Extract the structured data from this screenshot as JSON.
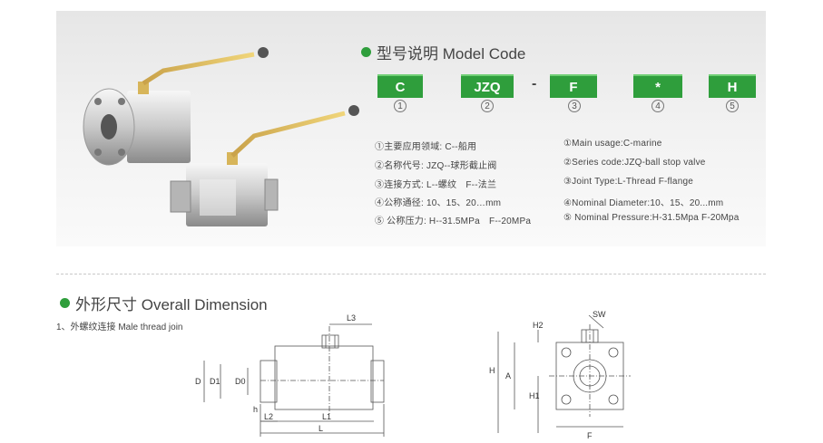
{
  "model": {
    "title": "型号说明 Model Code",
    "codes": [
      "C",
      "JZQ",
      "F",
      "*",
      "H"
    ],
    "dash": "-",
    "numbers": [
      "1",
      "2",
      "3",
      "4",
      "5"
    ],
    "desc_cn": [
      "①主要应用领域: C--船用",
      "②名称代号: JZQ--球形截止阀",
      "③连接方式: L--螺纹　F--法兰",
      "④公称通径: 10、15、20…mm",
      "⑤ 公称压力: H--31.5MPa　F--20MPa"
    ],
    "desc_en": [
      "①Main usage:C-marine",
      "②Series code:JZQ-ball stop valve",
      "③Joint Type:L-Thread F-flange",
      "④Nominal Diameter:10、15、20...mm",
      "⑤ Nominal Pressure:H-31.5Mpa F-20Mpa"
    ]
  },
  "dimension": {
    "title": "外形尺寸 Overall Dimension",
    "subtitle": "1、外螺纹连接 Male thread join",
    "labels": {
      "L3": "L3",
      "D": "D",
      "D1": "D1",
      "D0": "D0",
      "h": "h",
      "L2": "L2",
      "L1": "L1",
      "L": "L",
      "H2": "H2",
      "SW": "SW",
      "H": "H",
      "A": "A",
      "H1": "H1",
      "F": "F"
    }
  },
  "colors": {
    "accent": "#2f9e3c"
  }
}
